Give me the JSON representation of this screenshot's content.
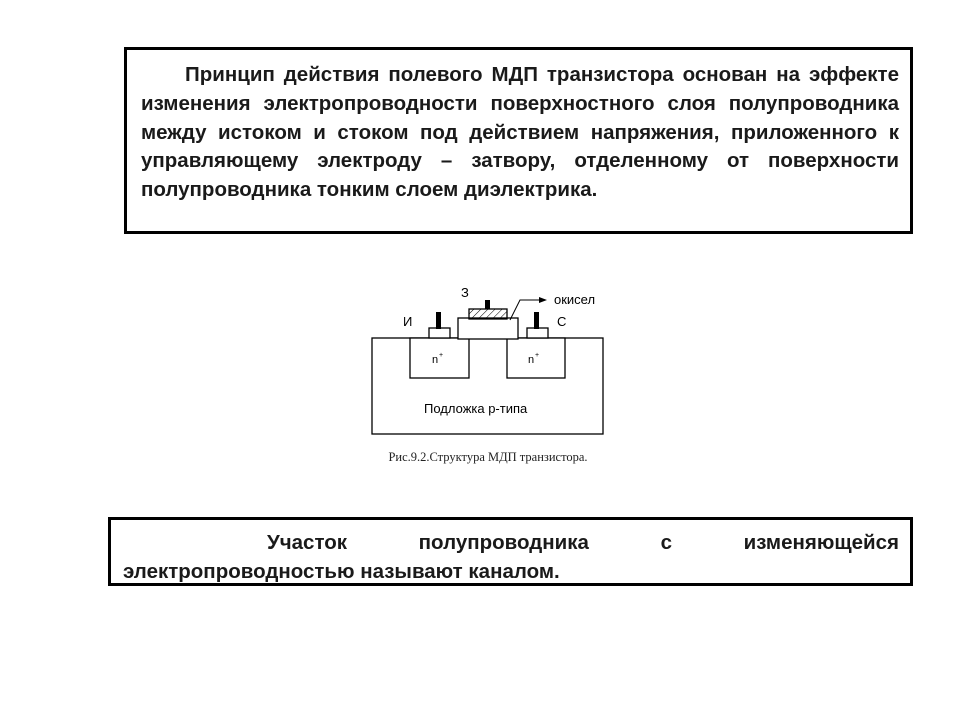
{
  "principle": {
    "text": "Принцип действия полевого МДП транзистора основан на эффекте изменения электропроводности поверхностного слоя полупроводника между истоком и стоком под действием напряжения, приложенного к управляющему электроду – затвору, отделенному от поверхности полупроводника тонким слоем диэлектрика."
  },
  "figure": {
    "labels": {
      "gate": "З",
      "source": "И",
      "drain": "С",
      "oxide": "окисел",
      "n_region_left": "n",
      "n_region_right": "n",
      "n_sup": "+",
      "substrate": "Подложка p-типа"
    },
    "caption": "Рис.9.2.Структура МДП транзистора."
  },
  "channel": {
    "text": "Участок полупроводника с изменяющейся электропроводностью называют каналом."
  }
}
